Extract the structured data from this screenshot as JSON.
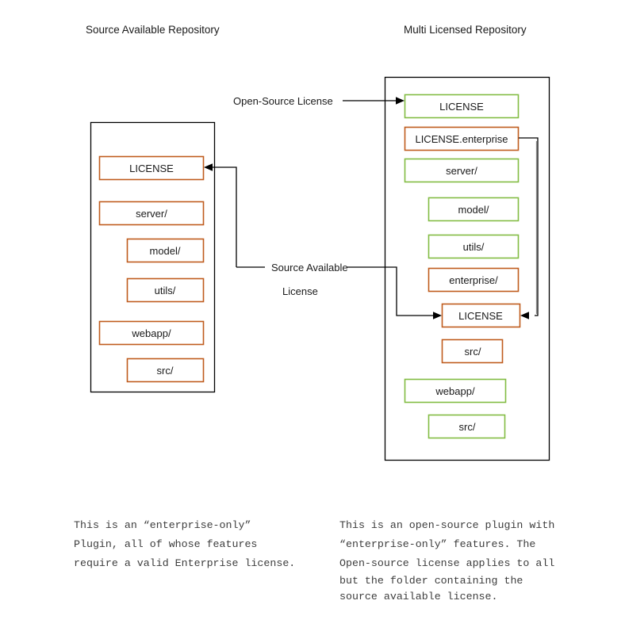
{
  "colors": {
    "orange": "#bf5b1d",
    "green": "#82bc43",
    "frame": "#000000",
    "text": "#1a1a1a",
    "caption_text": "#3d3d3d",
    "background": "#ffffff"
  },
  "panels": [
    {
      "id": "source-available-repository",
      "title": "Source Available Repository",
      "nodes": [
        {
          "label": "LICENSE",
          "color": "orange",
          "indent": 0
        },
        {
          "label": "server/",
          "color": "orange",
          "indent": 0
        },
        {
          "label": "model/",
          "color": "orange",
          "indent": 1
        },
        {
          "label": "utils/",
          "color": "orange",
          "indent": 1
        },
        {
          "label": "webapp/",
          "color": "orange",
          "indent": 0
        },
        {
          "label": "src/",
          "color": "orange",
          "indent": 1
        }
      ],
      "caption": [
        "This is an “enterprise-only”",
        "Plugin, all of whose features",
        "require a valid Enterprise license."
      ]
    },
    {
      "id": "multi-licensed-repository",
      "title": "Multi Licensed Repository",
      "nodes": [
        {
          "label": "LICENSE",
          "color": "green",
          "indent": 0
        },
        {
          "label": "LICENSE.enterprise",
          "color": "orange",
          "indent": 0
        },
        {
          "label": "server/",
          "color": "green",
          "indent": 0
        },
        {
          "label": "model/",
          "color": "green",
          "indent": 1
        },
        {
          "label": "utils/",
          "color": "green",
          "indent": 1
        },
        {
          "label": "enterprise/",
          "color": "orange",
          "indent": 1
        },
        {
          "label": "LICENSE",
          "color": "orange",
          "indent": 1
        },
        {
          "label": "src/",
          "color": "orange",
          "indent": 1
        },
        {
          "label": "webapp/",
          "color": "green",
          "indent": 0
        },
        {
          "label": "src/",
          "color": "green",
          "indent": 1
        }
      ],
      "caption": [
        "This is an open-source plugin with",
        "“enterprise-only” features. The",
        "Open-source license applies to all",
        "but the folder containing the",
        "source available license."
      ]
    }
  ],
  "edges": [
    {
      "id": "open-source-license",
      "label_lines": [
        "Open-Source License"
      ],
      "target": "multi-licensed-repository.LICENSE"
    },
    {
      "id": "source-available-license",
      "label_lines": [
        "Source Available",
        "License"
      ],
      "target": "source-available-repository.LICENSE, multi-licensed-repository.enterprise/LICENSE"
    }
  ]
}
